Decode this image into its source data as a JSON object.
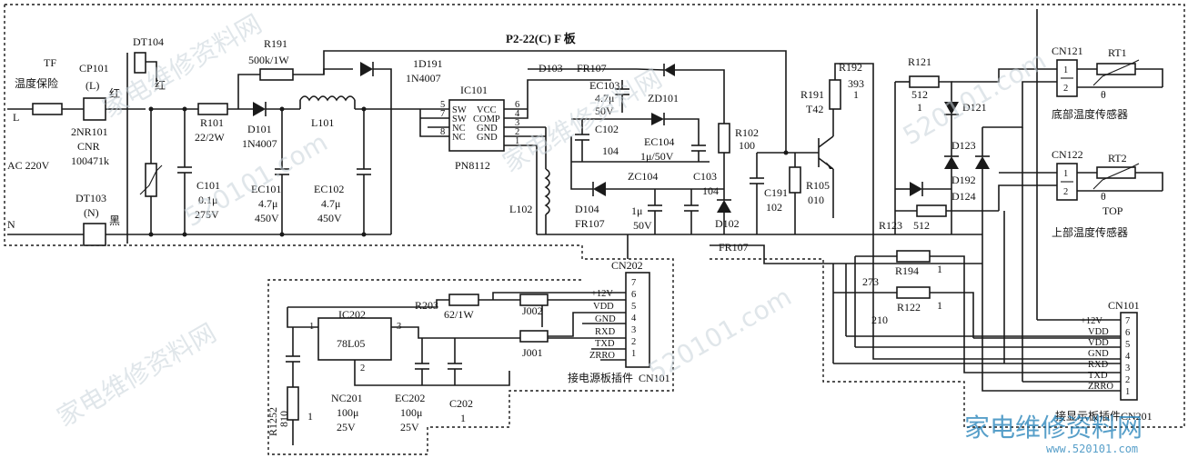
{
  "title": "P2-22(C)  F 板",
  "mains": {
    "live": "L",
    "neutral": "N",
    "voltage": "AC 220V"
  },
  "tf": {
    "ref": "TF",
    "desc": "温度保险"
  },
  "cp101": {
    "ref": "CP101",
    "sub": "(L)",
    "wire": "红"
  },
  "nr101": {
    "ref": "2NR101",
    "type": "CNR",
    "value": "100471k"
  },
  "dt104": {
    "ref": "DT104",
    "wire": "红"
  },
  "dt103": {
    "ref": "DT103",
    "sub": "(N)",
    "wire": "黑"
  },
  "r191": {
    "ref": "R191",
    "value": "500k/1W"
  },
  "d191": {
    "ref": "1D191",
    "part": "1N4007"
  },
  "r101": {
    "ref": "R101",
    "value": "22/2W"
  },
  "d101": {
    "ref": "D101",
    "part": "1N4007"
  },
  "l101": {
    "ref": "L101"
  },
  "c101": {
    "ref": "C101",
    "value": "0.1μ",
    "voltage": "275V"
  },
  "ec101": {
    "ref": "EC101",
    "value": "4.7μ",
    "voltage": "450V"
  },
  "ec102": {
    "ref": "EC102",
    "value": "4.7μ",
    "voltage": "450V"
  },
  "ic101": {
    "ref": "IC101",
    "part": "PN8112",
    "pins": [
      "SW",
      "VCC",
      "SW",
      "COMP",
      "NC",
      "GND",
      "NC",
      "GND"
    ],
    "pin_numbers": [
      "5",
      "6",
      "7",
      "8",
      "4",
      "3",
      "2",
      "1"
    ]
  },
  "d103": {
    "ref": "D103",
    "part": "FR107"
  },
  "ec103": {
    "ref": "EC103",
    "value": "4.7μ",
    "voltage": "50V"
  },
  "zd101": {
    "ref": "ZD101"
  },
  "c102": {
    "ref": "C102",
    "value": "104"
  },
  "ec104": {
    "ref": "EC104",
    "value": "1μ/50V"
  },
  "r102": {
    "ref": "R102",
    "value": "100"
  },
  "l102": {
    "ref": "L102"
  },
  "d104": {
    "ref": "D104",
    "part": "FR107"
  },
  "zc104": {
    "ref": "ZC104",
    "value": "1μ",
    "voltage": "50V"
  },
  "c103": {
    "ref": "C103",
    "value": "104"
  },
  "d102": {
    "ref": "D102",
    "part": "FR107"
  },
  "q_r191": {
    "ref": "R191",
    "part": "T42"
  },
  "r192": {
    "ref": "R192",
    "value": "393",
    "tol": "1"
  },
  "c191": {
    "ref": "C191",
    "value": "102"
  },
  "r105": {
    "ref": "R105",
    "value": "010"
  },
  "r121": {
    "ref": "R121",
    "value": "512",
    "tol": "1"
  },
  "d121": {
    "ref": "D121"
  },
  "d123": {
    "ref": "D123"
  },
  "d192": {
    "ref": "D192"
  },
  "d124": {
    "ref": "D124"
  },
  "r123": {
    "ref": "R123",
    "value": "512"
  },
  "r194": {
    "ref": "R194",
    "value": "273",
    "tol": "1"
  },
  "r122": {
    "ref": "R122",
    "value": "210",
    "tol": "1"
  },
  "cn121": {
    "ref": "CN121",
    "pins": [
      "1",
      "2"
    ]
  },
  "rt1": {
    "ref": "RT1",
    "theta": "θ",
    "desc": "底部温度传感器"
  },
  "cn122": {
    "ref": "CN122",
    "pins": [
      "1",
      "2"
    ]
  },
  "rt2": {
    "ref": "RT2",
    "theta": "θ",
    "sub": "TOP",
    "desc": "上部温度传感器"
  },
  "cn202": {
    "ref": "CN202",
    "pins": [
      "7",
      "6",
      "5",
      "4",
      "3",
      "2",
      "1"
    ],
    "signals": [
      "+12V",
      "VDD",
      "GND",
      "RXD",
      "TXD",
      "ZRRO"
    ],
    "caption": "接电源板插件",
    "mate": "CN101"
  },
  "ic202": {
    "ref": "IC202",
    "part": "78L05",
    "pins": [
      "1",
      "3",
      "2"
    ]
  },
  "r203": {
    "ref": "R203",
    "value": "62/1W"
  },
  "j002": {
    "ref": "J002"
  },
  "j001": {
    "ref": "J001"
  },
  "nc201": {
    "ref": "NC201",
    "value": "100μ",
    "voltage": "25V"
  },
  "ec202": {
    "ref": "EC202",
    "value": "100μ",
    "voltage": "25V"
  },
  "c202": {
    "ref": "C202",
    "value": "1"
  },
  "r1252": {
    "ref": "R1252",
    "value": "810",
    "tol": "1"
  },
  "cn101": {
    "ref": "CN101",
    "pins": [
      "7",
      "6",
      "5",
      "4",
      "3",
      "2",
      "1"
    ],
    "signals": [
      "+12V",
      "VDD",
      "VDD",
      "GND",
      "RXD",
      "TXD",
      "ZRRO"
    ],
    "caption": "接显示板插件CN201"
  },
  "watermarks": {
    "text": "家电维修资料网",
    "url": "520101.com"
  },
  "logo": {
    "text": "家电维修资料网",
    "url": "www.520101.com"
  }
}
